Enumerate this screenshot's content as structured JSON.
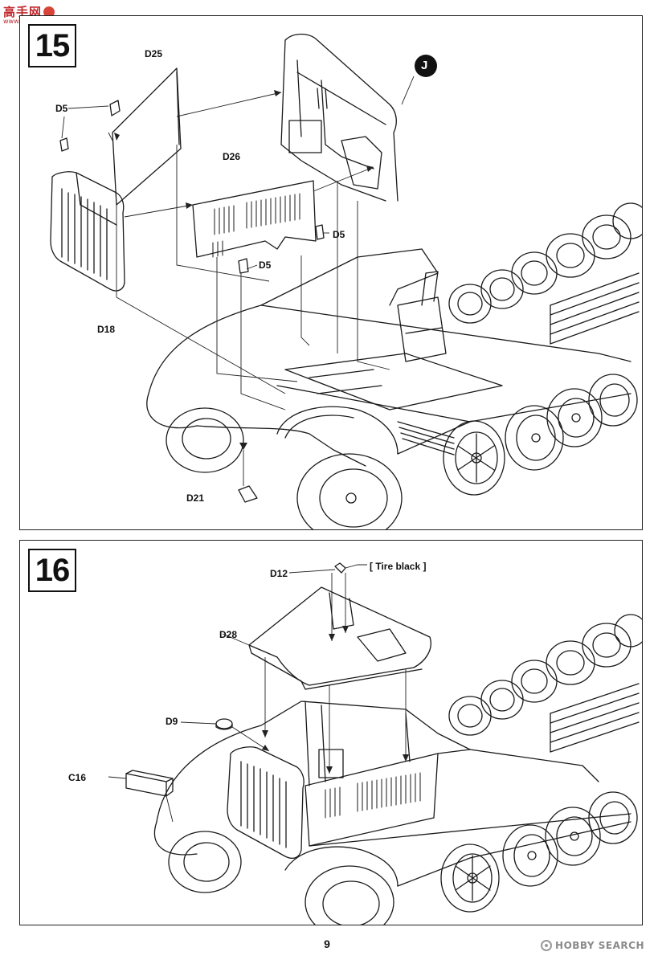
{
  "watermark": {
    "text": "高手网",
    "url": "www.gaoshou.net"
  },
  "steps": [
    {
      "number": "15",
      "callout": "J",
      "labels": {
        "d25": "D25",
        "d5a": "D5",
        "d26": "D26",
        "d5b": "D5",
        "d5c": "D5",
        "d18": "D18",
        "d21": "D21"
      }
    },
    {
      "number": "16",
      "labels": {
        "d12": "D12",
        "tire": "[ Tire black ]",
        "d28": "D28",
        "d9": "D9",
        "c16": "C16"
      }
    }
  ],
  "footer": {
    "page_number": "9",
    "brand": "HOBBY SEARCH"
  }
}
